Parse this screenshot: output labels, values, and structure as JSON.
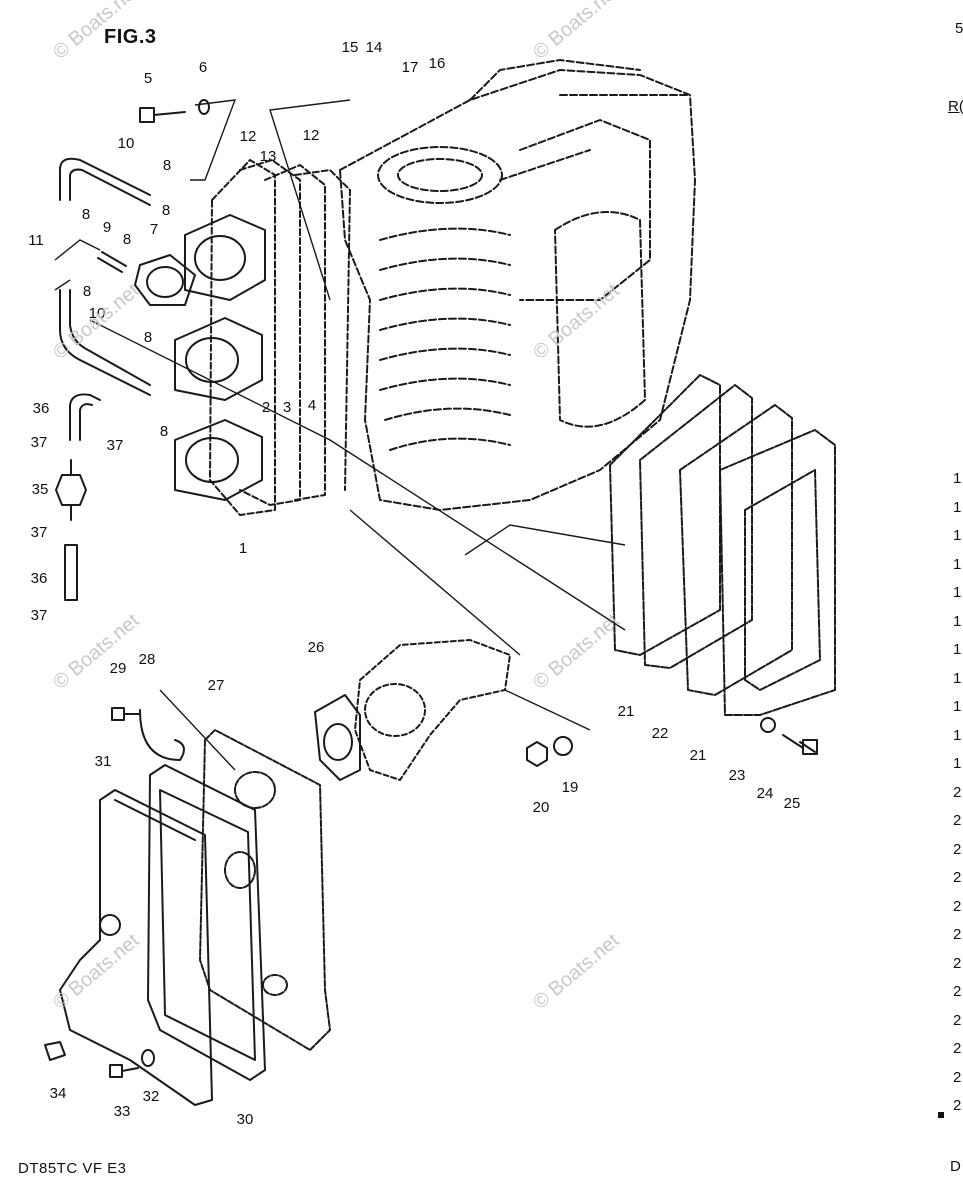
{
  "figure": {
    "title": "FIG.3",
    "footer": "DT85TC VF E3",
    "watermark": "© Boats.net"
  },
  "right_edge": {
    "top_char": "5",
    "header": "R(",
    "numbers": [
      "1",
      "1",
      "1",
      "1",
      "1",
      "1",
      "1",
      "1",
      "1",
      "1",
      "1",
      "2",
      "2",
      "2",
      "2",
      "2",
      "2",
      "2",
      "2",
      "2",
      "2",
      "2",
      "2"
    ],
    "bottom_char": "D"
  },
  "callouts": [
    {
      "id": "c1",
      "label": "1"
    },
    {
      "id": "c2",
      "label": "2"
    },
    {
      "id": "c3",
      "label": "3"
    },
    {
      "id": "c4",
      "label": "4"
    },
    {
      "id": "c5",
      "label": "5"
    },
    {
      "id": "c6",
      "label": "6"
    },
    {
      "id": "c7",
      "label": "7"
    },
    {
      "id": "c8a",
      "label": "8"
    },
    {
      "id": "c8b",
      "label": "8"
    },
    {
      "id": "c8c",
      "label": "8"
    },
    {
      "id": "c8d",
      "label": "8"
    },
    {
      "id": "c8e",
      "label": "8"
    },
    {
      "id": "c8f",
      "label": "8"
    },
    {
      "id": "c8g",
      "label": "8"
    },
    {
      "id": "c9",
      "label": "9"
    },
    {
      "id": "c10a",
      "label": "10"
    },
    {
      "id": "c10b",
      "label": "10"
    },
    {
      "id": "c11",
      "label": "11"
    },
    {
      "id": "c12a",
      "label": "12"
    },
    {
      "id": "c12b",
      "label": "12"
    },
    {
      "id": "c13",
      "label": "13"
    },
    {
      "id": "c14",
      "label": "14"
    },
    {
      "id": "c15",
      "label": "15"
    },
    {
      "id": "c16",
      "label": "16"
    },
    {
      "id": "c17",
      "label": "17"
    },
    {
      "id": "c19",
      "label": "19"
    },
    {
      "id": "c20",
      "label": "20"
    },
    {
      "id": "c21a",
      "label": "21"
    },
    {
      "id": "c21b",
      "label": "21"
    },
    {
      "id": "c22",
      "label": "22"
    },
    {
      "id": "c23",
      "label": "23"
    },
    {
      "id": "c24",
      "label": "24"
    },
    {
      "id": "c25",
      "label": "25"
    },
    {
      "id": "c26",
      "label": "26"
    },
    {
      "id": "c27",
      "label": "27"
    },
    {
      "id": "c28",
      "label": "28"
    },
    {
      "id": "c29",
      "label": "29"
    },
    {
      "id": "c30",
      "label": "30"
    },
    {
      "id": "c31",
      "label": "31"
    },
    {
      "id": "c32",
      "label": "32"
    },
    {
      "id": "c33",
      "label": "33"
    },
    {
      "id": "c34",
      "label": "34"
    },
    {
      "id": "c35",
      "label": "35"
    },
    {
      "id": "c36a",
      "label": "36"
    },
    {
      "id": "c36b",
      "label": "36"
    },
    {
      "id": "c37a",
      "label": "37"
    },
    {
      "id": "c37b",
      "label": "37"
    },
    {
      "id": "c37c",
      "label": "37"
    },
    {
      "id": "c37d",
      "label": "37"
    }
  ]
}
